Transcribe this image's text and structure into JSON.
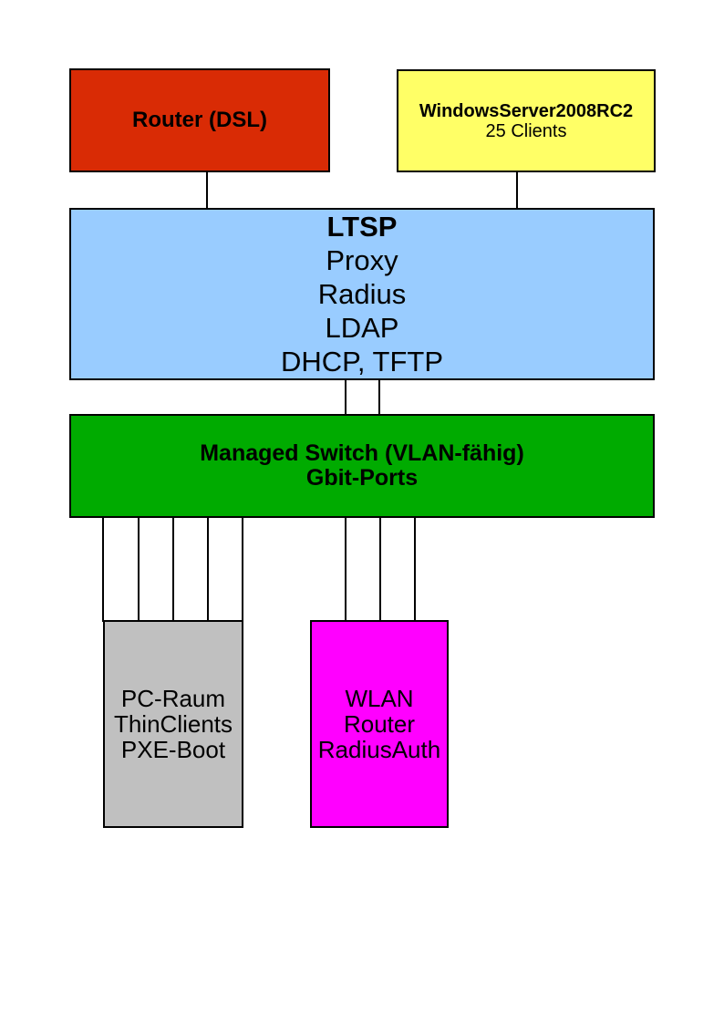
{
  "colors": {
    "router_box": "#d92b05",
    "winserver_box": "#ffff66",
    "ltsp_box": "#99ccff",
    "switch_box": "#00ab00",
    "pcroom_box": "#c0c0c0",
    "wlan_box": "#ff00ff",
    "line_and_border": "#000000",
    "page_background": "#ffffff",
    "text": "#000000"
  },
  "boxes": {
    "router": {
      "label": "Router (DSL)",
      "color": "#d92b05"
    },
    "winserver": {
      "lines": [
        "WindowsServer2008RC2",
        "25 Clients"
      ],
      "color": "#ffff66"
    },
    "ltsp": {
      "lines": [
        "LTSP",
        "Proxy",
        "Radius",
        "LDAP",
        "DHCP, TFTP"
      ],
      "color": "#99ccff"
    },
    "switch": {
      "lines": [
        "Managed Switch (VLAN-fähig)",
        "Gbit-Ports"
      ],
      "color": "#00ab00"
    },
    "pcroom": {
      "lines": [
        "PC-Raum",
        "ThinClients",
        "PXE-Boot"
      ],
      "color": "#c0c0c0"
    },
    "wlan": {
      "lines": [
        "WLAN",
        "Router",
        "RadiusAuth"
      ],
      "color": "#ff00ff"
    }
  },
  "connections": [
    {
      "from": "Router (DSL)",
      "to": "LTSP",
      "line_count": 1
    },
    {
      "from": "WindowsServer2008RC2",
      "to": "LTSP",
      "line_count": 1
    },
    {
      "from": "LTSP",
      "to": "Managed Switch (VLAN-fähig)",
      "line_count": 2
    },
    {
      "from": "Managed Switch (VLAN-fähig)",
      "to": "PC-Raum",
      "line_count": 5
    },
    {
      "from": "Managed Switch (VLAN-fähig)",
      "to": "WLAN",
      "line_count": 3
    }
  ]
}
